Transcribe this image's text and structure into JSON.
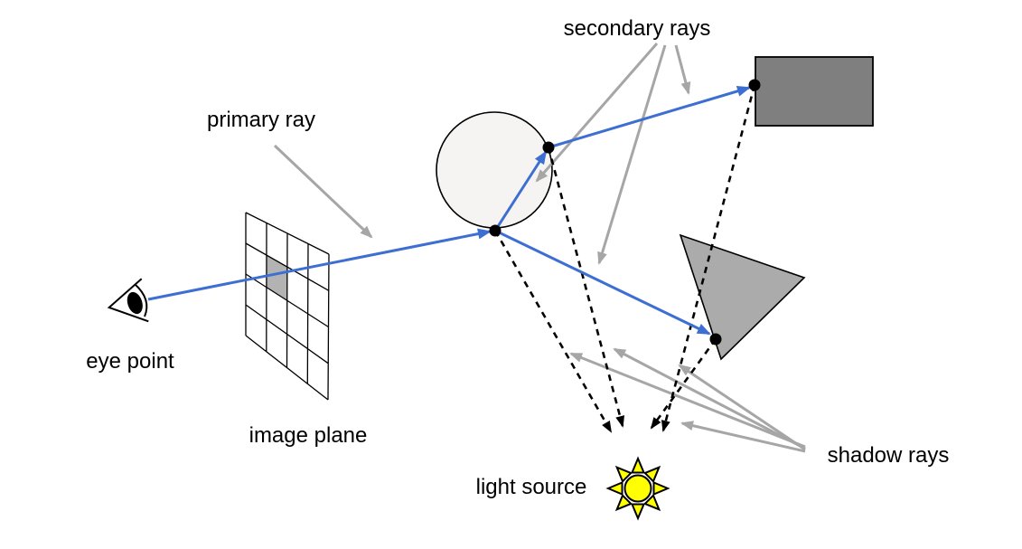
{
  "labels": {
    "primary_ray": "primary ray",
    "secondary_rays": "secondary rays",
    "shadow_rays": "shadow rays",
    "eye_point": "eye point",
    "image_plane": "image plane",
    "light_source": "light source"
  },
  "colors": {
    "ray_blue": "#3d6fd2",
    "annotation_gray": "#a6a6a6",
    "shadow_ray_black": "#000000",
    "rectangle_fill": "#7f7f7f",
    "triangle_fill": "#ababab",
    "sphere_fill": "#f5f4f2",
    "selected_pixel_fill": "#b3b3b3",
    "sun_yellow": "#ffff00",
    "label_text": "#000000"
  },
  "icons": {
    "eye_point_marker": "eye-icon",
    "light_source_marker": "sun-icon"
  }
}
